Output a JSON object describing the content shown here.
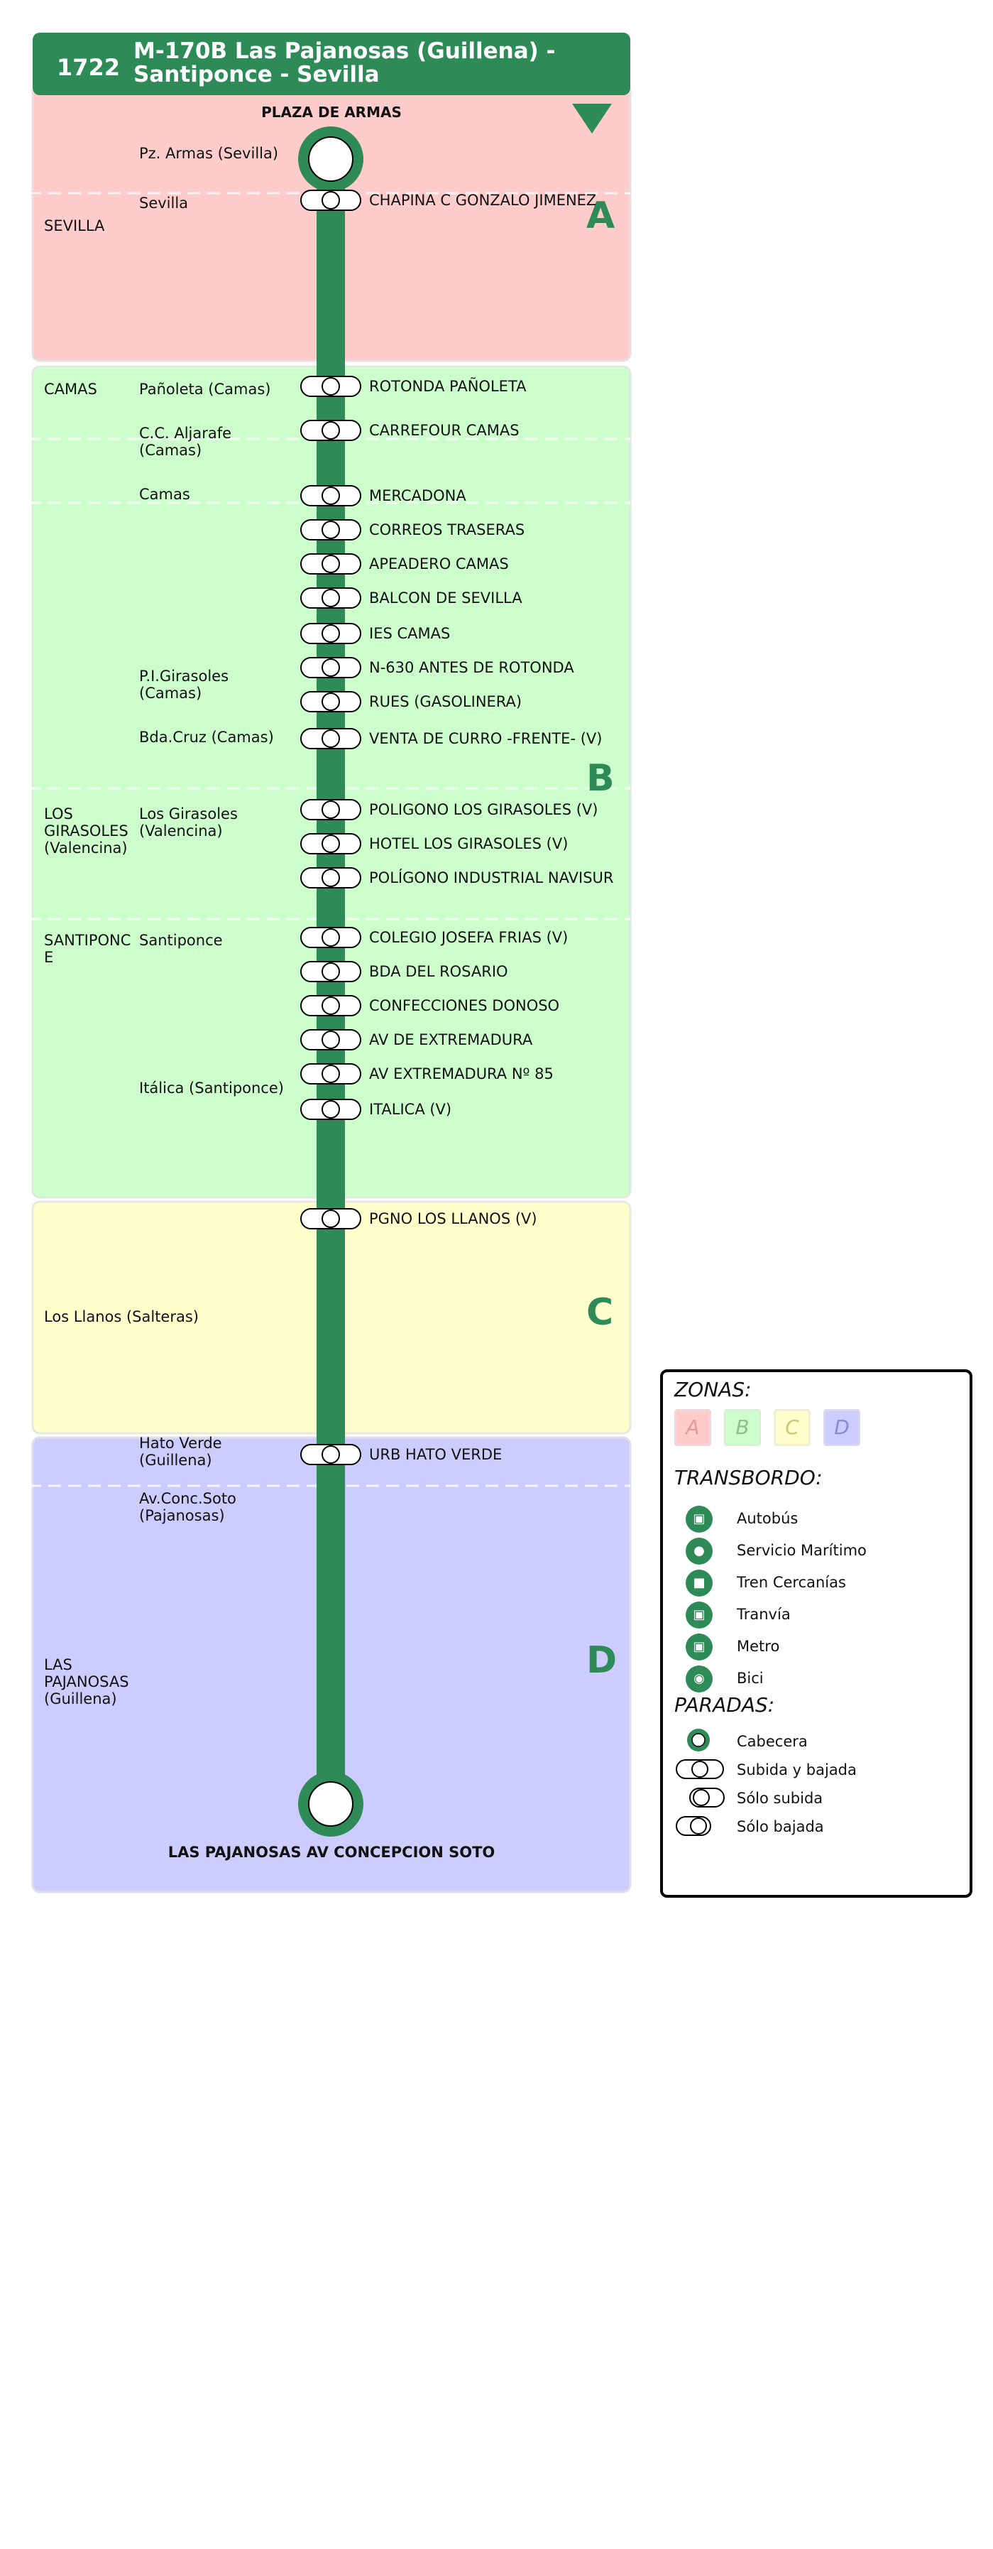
{
  "header": {
    "code": "1722",
    "line": "M-170B  Las Pajanosas (Guillena) -",
    "line2": "Santiponce - Sevilla"
  },
  "colors": {
    "brand": "#2e8b57",
    "zone_a": "#ffcccc",
    "zone_b": "#ccffcc",
    "zone_c": "#ffffcc",
    "zone_d": "#ccccff"
  },
  "direction_icon": "triangle-down-icon",
  "start_label": "PLAZA DE ARMAS",
  "end_label": "LAS PAJANOSAS AV CONCEPCION SOTO",
  "zones": [
    {
      "letter": "A"
    },
    {
      "letter": "B"
    },
    {
      "letter": "C"
    },
    {
      "letter": "D"
    }
  ],
  "towns": {
    "sevilla": "SEVILLA",
    "camas": "CAMAS",
    "los_girasoles": "LOS GIRASOLES (Valencina)",
    "santiponce": "SANTIPONC E",
    "los_llanos": "Los Llanos (Salteras)",
    "las_pajanosas": "LAS PAJANOSAS (Guillena)"
  },
  "municipalities": {
    "pz_armas": "Pz. Armas (Sevilla)",
    "sevilla": "Sevilla",
    "panoleta": "Pañoleta (Camas)",
    "cc_aljarafe": "C.C. Aljarafe (Camas)",
    "camas": "Camas",
    "pi_girasoles": "P.I.Girasoles (Camas)",
    "bda_cruz": "Bda.Cruz (Camas)",
    "los_girasoles": "Los Girasoles (Valencina)",
    "santiponce": "Santiponce",
    "italica": "Itálica (Santiponce)",
    "hato_verde": "Hato Verde (Guillena)",
    "av_conc_soto": "Av.Conc.Soto (Pajanosas)"
  },
  "stops": [
    "CHAPINA C GONZALO JIMENEZ",
    "ROTONDA PAÑOLETA",
    "CARREFOUR CAMAS",
    "MERCADONA",
    "CORREOS TRASERAS",
    "APEADERO CAMAS",
    "BALCON DE SEVILLA",
    "IES CAMAS",
    "N-630 ANTES DE ROTONDA",
    "RUES (GASOLINERA)",
    "VENTA DE CURRO -FRENTE- (V)",
    "POLIGONO LOS GIRASOLES (V)",
    "HOTEL LOS GIRASOLES (V)",
    "POLÍGONO INDUSTRIAL NAVISUR",
    "COLEGIO JOSEFA FRIAS (V)",
    "BDA DEL ROSARIO",
    "CONFECCIONES DONOSO",
    "AV DE EXTREMADURA",
    "AV EXTREMADURA Nº 85",
    "ITALICA (V)",
    "PGNO LOS LLANOS (V)",
    "URB HATO VERDE"
  ],
  "legend": {
    "zones_title": "ZONAS:",
    "zone_letters": [
      "A",
      "B",
      "C",
      "D"
    ],
    "transfer_title": "TRANSBORDO:",
    "transfers": [
      {
        "label": "Autobús",
        "icon": "bus-icon"
      },
      {
        "label": "Servicio Marítimo",
        "icon": "ship-icon"
      },
      {
        "label": "Tren Cercanías",
        "icon": "train-icon"
      },
      {
        "label": "Tranvía",
        "icon": "tram-icon"
      },
      {
        "label": "Metro",
        "icon": "metro-icon"
      },
      {
        "label": "Bici",
        "icon": "bike-icon"
      }
    ],
    "stops_title": "PARADAS:",
    "stop_types": [
      {
        "label": "Cabecera",
        "icon": "terminus-icon"
      },
      {
        "label": "Subida y bajada",
        "icon": "board-alight-icon"
      },
      {
        "label": "Sólo subida",
        "icon": "board-only-icon"
      },
      {
        "label": "Sólo bajada",
        "icon": "alight-only-icon"
      }
    ]
  }
}
